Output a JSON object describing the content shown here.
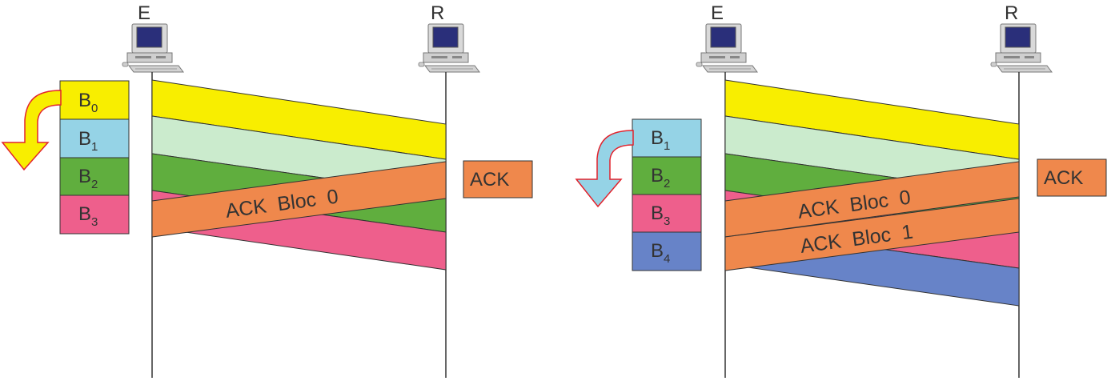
{
  "colors": {
    "block_0": "#f8ee00",
    "block_1": "#95d3e6",
    "block_2": "#60ae3e",
    "block_3": "#ee5f8c",
    "block_4": "#6783c8",
    "transit_1": "#cbebcd",
    "ack": "#ef884c",
    "arrow_outline": "#e2232d"
  },
  "left": {
    "sender_label": "E",
    "receiver_label": "R",
    "buffer": [
      {
        "letter": "B",
        "sub": "0"
      },
      {
        "letter": "B",
        "sub": "1"
      },
      {
        "letter": "B",
        "sub": "2"
      },
      {
        "letter": "B",
        "sub": "3"
      }
    ],
    "ack_band_label": "ACK  Bloc  0",
    "ack_box_label": "ACK"
  },
  "right": {
    "sender_label": "E",
    "receiver_label": "R",
    "buffer": [
      {
        "letter": "B",
        "sub": "1"
      },
      {
        "letter": "B",
        "sub": "2"
      },
      {
        "letter": "B",
        "sub": "3"
      },
      {
        "letter": "B",
        "sub": "4"
      }
    ],
    "ack_band_label_0": "ACK  Bloc  0",
    "ack_band_label_1": "ACK  Bloc  1",
    "ack_box_label": "ACK"
  }
}
